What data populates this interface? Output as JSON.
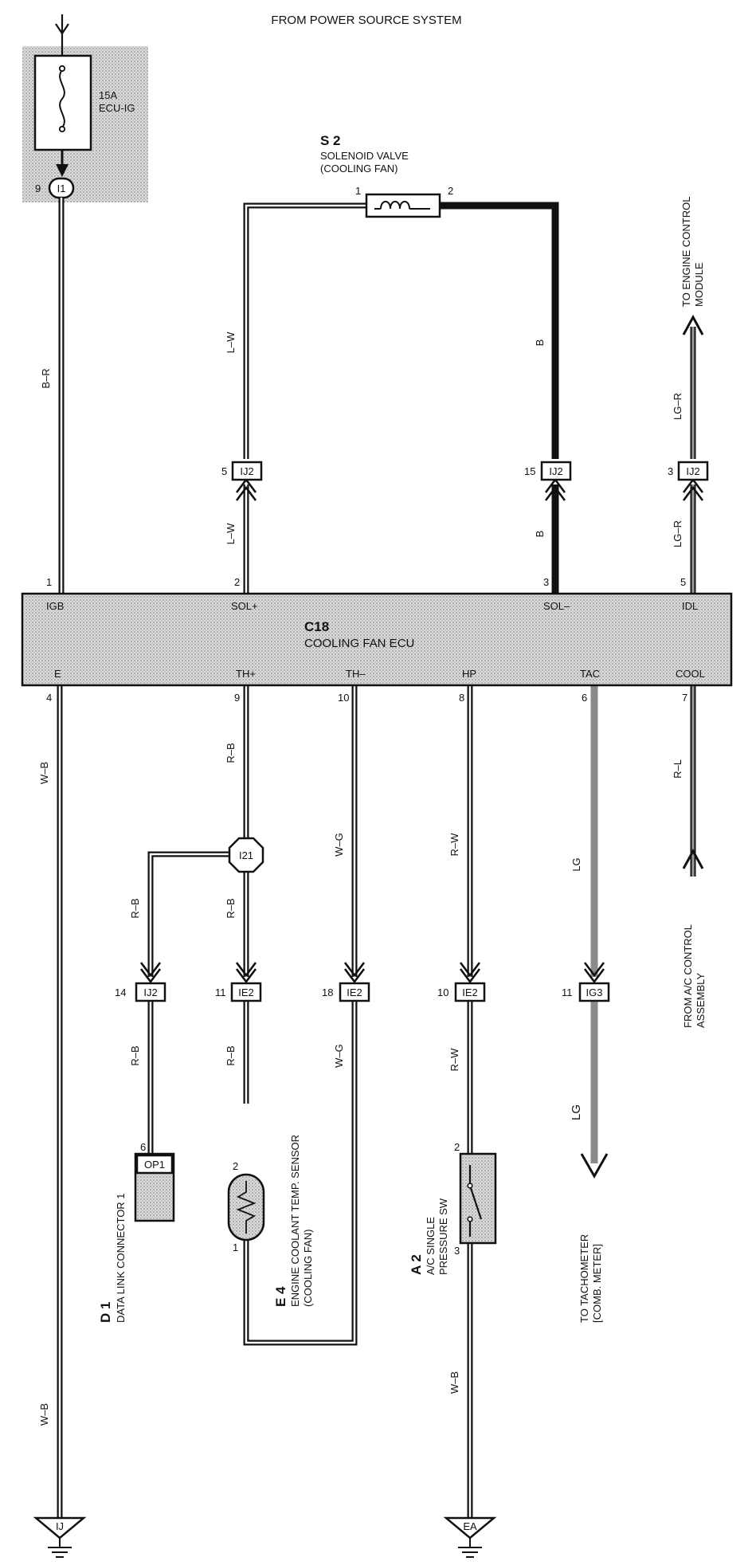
{
  "colors": {
    "ink": "#111111",
    "shade": "#c9c9c9",
    "lg_wire": "#8a8a8a"
  },
  "header": {
    "title": "FROM POWER SOURCE SYSTEM"
  },
  "fuse": {
    "rating": "15A",
    "name": "ECU-IG",
    "pin": "9",
    "connector": "I1"
  },
  "solenoid": {
    "code": "S 2",
    "name": "SOLENOID VALVE",
    "subname": "(COOLING FAN)",
    "pin1": "1",
    "pin2": "2"
  },
  "ecu": {
    "code": "C18",
    "name": "COOLING FAN ECU",
    "top_pins": [
      {
        "label": "IGB",
        "num": "1"
      },
      {
        "label": "SOL+",
        "num": "2"
      },
      {
        "label": "SOL–",
        "num": "3"
      },
      {
        "label": "IDL",
        "num": "5"
      }
    ],
    "bottom_pins": [
      {
        "label": "E",
        "num": "4"
      },
      {
        "label": "TH+",
        "num": "9"
      },
      {
        "label": "TH–",
        "num": "10"
      },
      {
        "label": "HP",
        "num": "8"
      },
      {
        "label": "TAC",
        "num": "6"
      },
      {
        "label": "COOL",
        "num": "7"
      }
    ]
  },
  "wires": {
    "br": "B–R",
    "lw_upper": "L–W",
    "lw_lower": "L–W",
    "b_upper": "B",
    "b_lower": "B",
    "lgr_upper": "LG–R",
    "lgr_lower": "LG–R",
    "wb_left_upper": "W–B",
    "wb_left_lower": "W–B",
    "rb_upper": "R–B",
    "rb_branch": "R–B",
    "rb_mid": "R–B",
    "rb_dl": "R–B",
    "rb_sensor": "R–B",
    "wg_upper": "W–G",
    "wg_lower": "W–G",
    "rw_upper": "R–W",
    "rw_lower": "R–W",
    "lg_upper": "LG",
    "lg_lower": "LG",
    "rl": "R–L",
    "wb_right": "W–B"
  },
  "connectors": {
    "ij2_lw": {
      "pin": "5",
      "name": "IJ2"
    },
    "ij2_b": {
      "pin": "15",
      "name": "IJ2"
    },
    "ij2_lgr": {
      "pin": "3",
      "name": "IJ2"
    },
    "ij2_dl": {
      "pin": "14",
      "name": "IJ2"
    },
    "ie2_th": {
      "pin": "11",
      "name": "IE2"
    },
    "ie2_wg": {
      "pin": "18",
      "name": "IE2"
    },
    "ie2_hp": {
      "pin": "10",
      "name": "IE2"
    },
    "ig3_tac": {
      "pin": "11",
      "name": "IG3"
    }
  },
  "junction": {
    "name": "I21"
  },
  "destinations": {
    "ecm": [
      "TO ENGINE CONTROL",
      "MODULE"
    ],
    "ac_control": [
      "FROM A/C CONTROL",
      "ASSEMBLY"
    ],
    "tachometer": [
      "TO TACHOMETER",
      "[COMB. METER]"
    ]
  },
  "data_link": {
    "code": "D 1",
    "name": "DATA LINK CONNECTOR 1",
    "pin": "6",
    "terminal": "OP1"
  },
  "sensor": {
    "code": "E 4",
    "name": "ENGINE COOLANT TEMP. SENSOR",
    "subname": "(COOLING FAN)",
    "pin_top": "2",
    "pin_bottom": "1"
  },
  "pressure_sw": {
    "code": "A 2",
    "name": "A/C SINGLE",
    "subname": "PRESSURE SW",
    "pin_top": "2",
    "pin_bottom": "3"
  },
  "grounds": {
    "left": "IJ",
    "right": "EA"
  }
}
